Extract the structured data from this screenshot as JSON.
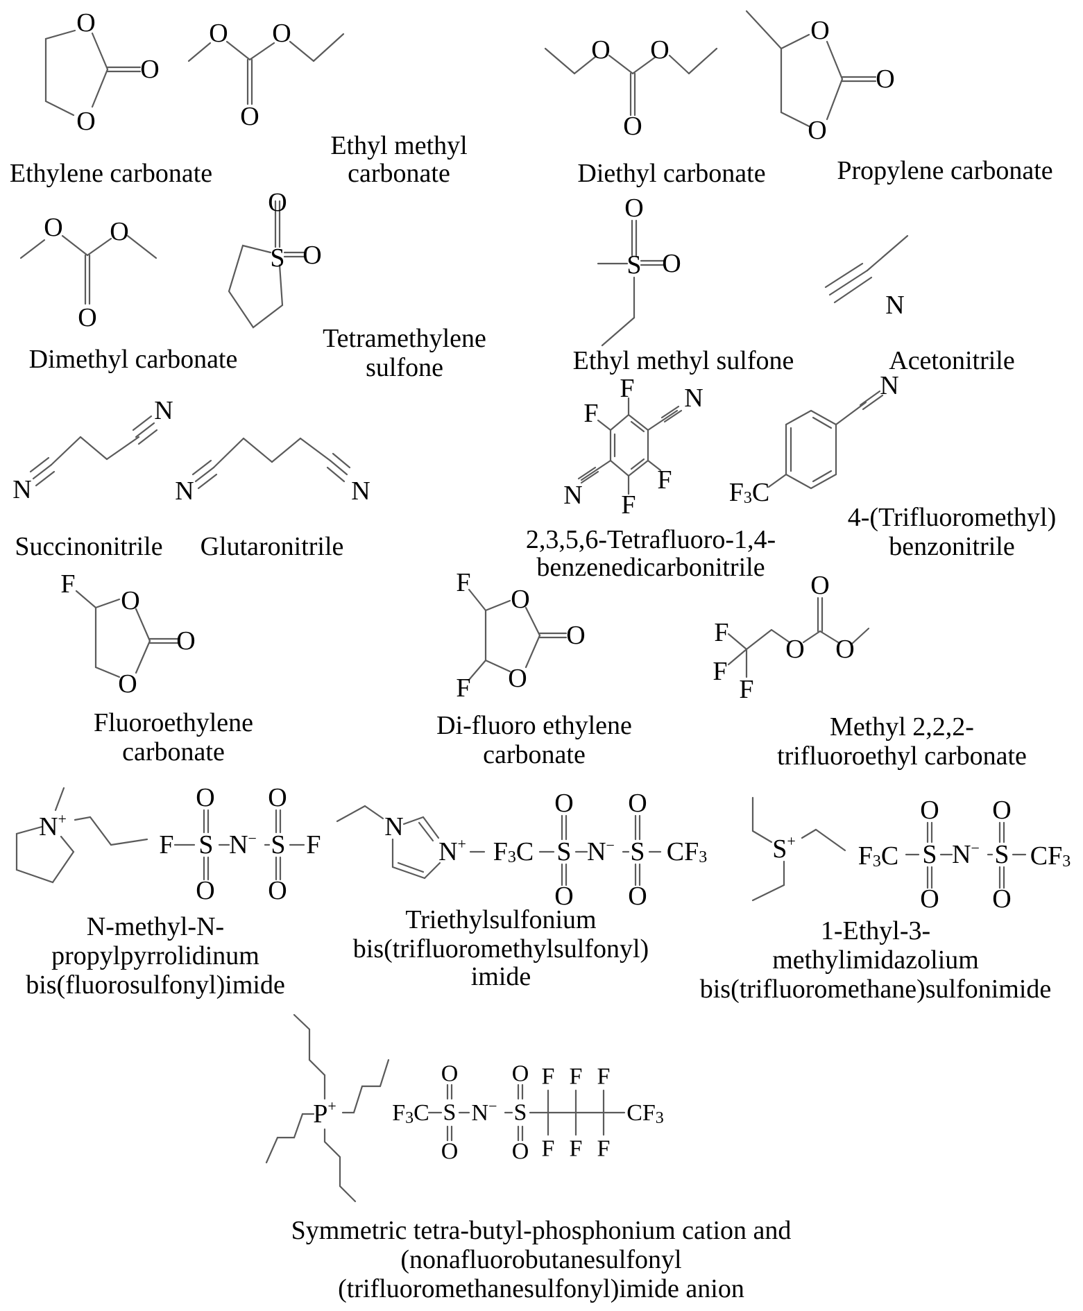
{
  "figure": {
    "compounds": [
      {
        "id": "ec",
        "caption": [
          "Ethylene carbonate"
        ]
      },
      {
        "id": "emc",
        "caption": [
          "Ethyl methyl",
          "carbonate"
        ]
      },
      {
        "id": "dec",
        "caption": [
          "Diethyl carbonate"
        ]
      },
      {
        "id": "pc",
        "caption": [
          "Propylene carbonate"
        ]
      },
      {
        "id": "dmc",
        "caption": [
          "Dimethyl carbonate"
        ]
      },
      {
        "id": "tms",
        "caption": [
          "Tetramethylene",
          "sulfone"
        ]
      },
      {
        "id": "ems",
        "caption": [
          "Ethyl methyl sulfone"
        ]
      },
      {
        "id": "acn",
        "caption": [
          "Acetonitrile"
        ]
      },
      {
        "id": "sn",
        "caption": [
          "Succinonitrile"
        ]
      },
      {
        "id": "gn",
        "caption": [
          "Glutaronitrile"
        ]
      },
      {
        "id": "tfbdc",
        "caption": [
          "2,3,5,6-Tetrafluoro-1,4-",
          "benzenedicarbonitrile"
        ]
      },
      {
        "id": "tfmbn",
        "caption": [
          "4-(Trifluoromethyl)",
          "benzonitrile"
        ]
      },
      {
        "id": "fec",
        "caption": [
          "Fluoroethylene",
          "carbonate"
        ]
      },
      {
        "id": "dfec",
        "caption": [
          "Di-fluoro ethylene",
          "carbonate"
        ]
      },
      {
        "id": "mtfec",
        "caption": [
          "Methyl 2,2,2-",
          "trifluoroethyl carbonate"
        ]
      },
      {
        "id": "pyr13fsi",
        "caption": [
          "N-methyl-N-",
          "propylpyrrolidinum",
          "bis(fluorosulfonyl)imide"
        ]
      },
      {
        "id": "s222tfsi",
        "caption": [
          "Triethylsulfonium",
          "bis(trifluoromethylsulfonyl)",
          "imide"
        ]
      },
      {
        "id": "emimtfsi",
        "caption": [
          "1-Ethyl-3-",
          "methylimidazolium",
          "bis(trifluoromethane)sulfonimide"
        ]
      },
      {
        "id": "p4444",
        "caption": [
          "Symmetric tetra-butyl-phosphonium cation and",
          "(nonafluorobutanesulfonyl",
          "(trifluoromethanesulfonyl)imide anion"
        ]
      }
    ],
    "atoms": {
      "O": "O",
      "S": "S",
      "N": "N",
      "F": "F",
      "P": "P",
      "C": "C",
      "CF3_prefix": "F",
      "CF3_sub": "3",
      "CF3_C": "C",
      "CF3_tail": "CF",
      "plus": "+",
      "minus": "−"
    }
  }
}
